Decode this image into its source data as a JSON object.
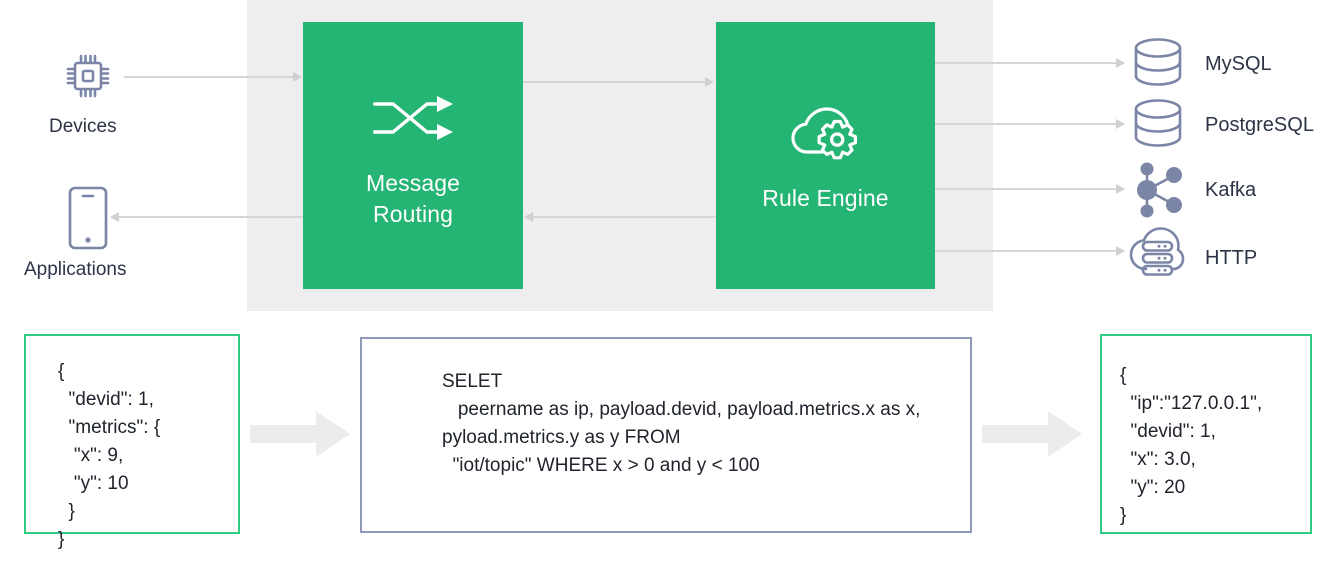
{
  "diagram": {
    "title": "EMQX message routing and rule engine data flow",
    "colors": {
      "service_green": "#24b473",
      "panel_grey": "#eeeeee",
      "icon_slate": "#7b85a6",
      "text_dark": "#2c3446",
      "json_border_green": "#2ecc84",
      "sql_border_blue": "#8f9ab9",
      "connector_grey": "#d6d6d6"
    }
  },
  "sources": [
    {
      "id": "devices",
      "label": "Devices",
      "icon": "chip-icon"
    },
    {
      "id": "applications",
      "label": "Applications",
      "icon": "mobile-phone-icon"
    }
  ],
  "services": [
    {
      "id": "message-routing",
      "label": "Message\nRouting",
      "label_line1": "Message",
      "label_line2": "Routing",
      "icon": "shuffle-arrows-icon"
    },
    {
      "id": "rule-engine",
      "label": "Rule Engine",
      "label_line1": "Rule Engine",
      "label_line2": "",
      "icon": "cloud-gear-icon"
    }
  ],
  "outputs": [
    {
      "id": "mysql",
      "label": "MySQL",
      "icon": "database-cylinder-icon"
    },
    {
      "id": "postgresql",
      "label": "PostgreSQL",
      "icon": "database-cylinder-icon"
    },
    {
      "id": "kafka",
      "label": "Kafka",
      "icon": "kafka-nodes-icon"
    },
    {
      "id": "http",
      "label": "HTTP",
      "icon": "cloud-server-icon"
    }
  ],
  "payload_in": {
    "title": "input-json-payload",
    "text": "{\n  \"devid\": 1,\n  \"metrics\": {\n   \"x\": 9,\n   \"y\": 10\n  }\n}"
  },
  "sql_rule": {
    "title": "rule-sql-statement",
    "text": "SELET\n   peername as ip, payload.devid, payload.metrics.x as x, pyload.metrics.y as y FROM\n  \"iot/topic\" WHERE x > 0 and y < 100"
  },
  "payload_out": {
    "title": "output-json-payload",
    "text": "{\n  \"ip\":\"127.0.0.1\",\n  \"devid\": 1,\n  \"x\": 3.0,\n  \"y\": 20\n}"
  },
  "flow_arrows": [
    {
      "id": "devices-to-routing",
      "from": "devices",
      "to": "message-routing",
      "direction": "right"
    },
    {
      "id": "routing-to-rule",
      "from": "message-routing",
      "to": "rule-engine",
      "direction": "right"
    },
    {
      "id": "rule-to-routing",
      "from": "rule-engine",
      "to": "message-routing",
      "direction": "left"
    },
    {
      "id": "routing-to-applications",
      "from": "message-routing",
      "to": "applications",
      "direction": "left"
    },
    {
      "id": "rule-to-mysql",
      "from": "rule-engine",
      "to": "mysql",
      "direction": "right"
    },
    {
      "id": "rule-to-postgresql",
      "from": "rule-engine",
      "to": "postgresql",
      "direction": "right"
    },
    {
      "id": "rule-to-kafka",
      "from": "rule-engine",
      "to": "kafka",
      "direction": "right"
    },
    {
      "id": "rule-to-http",
      "from": "rule-engine",
      "to": "http",
      "direction": "right"
    },
    {
      "id": "payload-in-to-sql",
      "from": "payload_in",
      "to": "sql_rule",
      "direction": "right"
    },
    {
      "id": "sql-to-payload-out",
      "from": "sql_rule",
      "to": "payload_out",
      "direction": "right"
    }
  ]
}
